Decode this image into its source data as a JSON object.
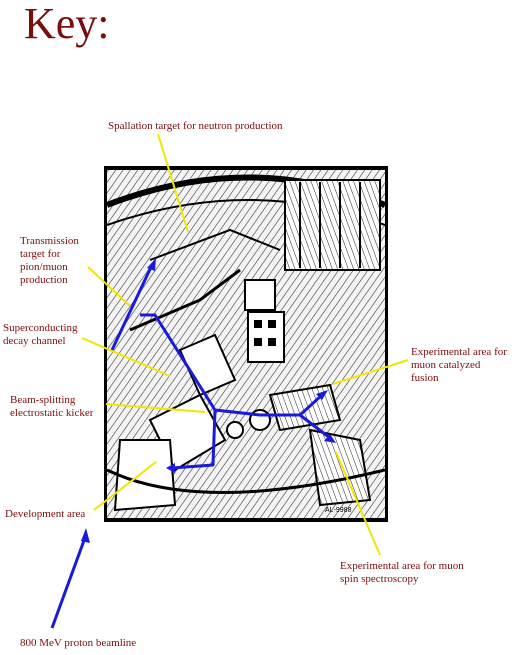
{
  "title": "Key:",
  "labels": {
    "spallation": "Spallation target for neutron production",
    "transmission": "Transmission\ntarget for\npion/muon\nproduction",
    "superconducting": "Superconducting\ndecay channel",
    "beam_splitting": "Beam-splitting\nelectrostatic kicker",
    "development": "Development area",
    "beamline": "800 MeV proton beamline",
    "muon_fusion": "Experimental area for\nmuon catalyzed\nfusion",
    "muon_spin": "Experimental area for muon\nspin spectroscopy"
  },
  "colors": {
    "label_text": "#7a0d0d",
    "leader_line": "#f2e600",
    "beam_line": "#1a1adb",
    "frame": "#000000"
  },
  "photo": {
    "stamp": "AL-9988"
  }
}
